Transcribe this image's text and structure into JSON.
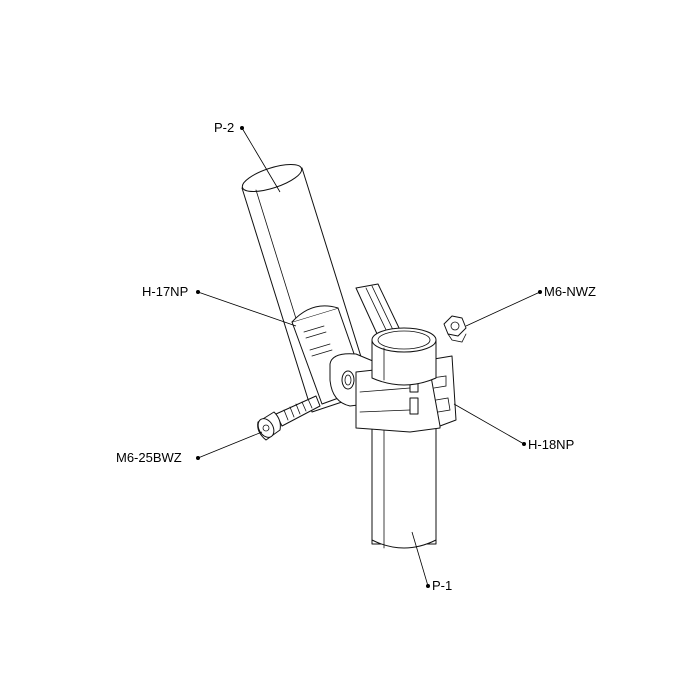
{
  "labels": {
    "p2": "P-2",
    "h17np": "H-17NP",
    "m6nwz": "M6-NWZ",
    "m625bwz": "M6-25BWZ",
    "h18np": "H-18NP",
    "p1": "P-1"
  },
  "colors": {
    "line": "#111111",
    "background": "#ffffff"
  }
}
